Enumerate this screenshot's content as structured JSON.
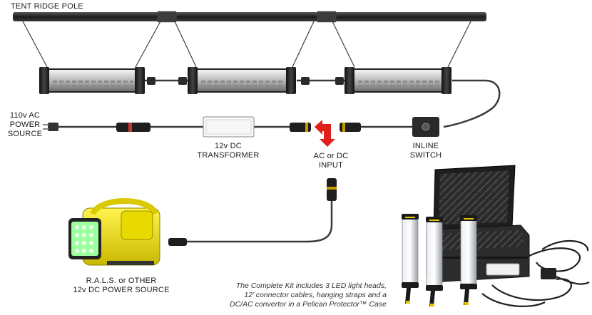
{
  "labels": {
    "ridge_pole": "TENT RIDGE POLE",
    "ac_source": [
      "110v AC",
      "POWER",
      "SOURCE"
    ],
    "transformer": [
      "12v DC",
      "TRANSFORMER"
    ],
    "input": [
      "AC or DC",
      "INPUT"
    ],
    "switch": [
      "INLINE",
      "SWITCH"
    ],
    "rals": [
      "R.A.L.S. or OTHER",
      "12v DC POWER SOURCE"
    ]
  },
  "caption": [
    "The Complete Kit includes 3 LED light heads,",
    "12’ connector cables, hanging straps and a",
    "DC/AC convertor in a Pelican Protector™ Case"
  ],
  "colors": {
    "pole": "#2b2b2b",
    "cable": "#3a3a3a",
    "arrow": "#e01e1e",
    "light_yellow": "#f2e600",
    "led_green": "#9dff9d"
  },
  "icons": [
    "light-bar-icon",
    "transformer-icon",
    "inline-switch-icon",
    "connector-icon",
    "plug-icon",
    "red-arrow-icon",
    "rals-light-icon",
    "pelican-case-icon"
  ]
}
